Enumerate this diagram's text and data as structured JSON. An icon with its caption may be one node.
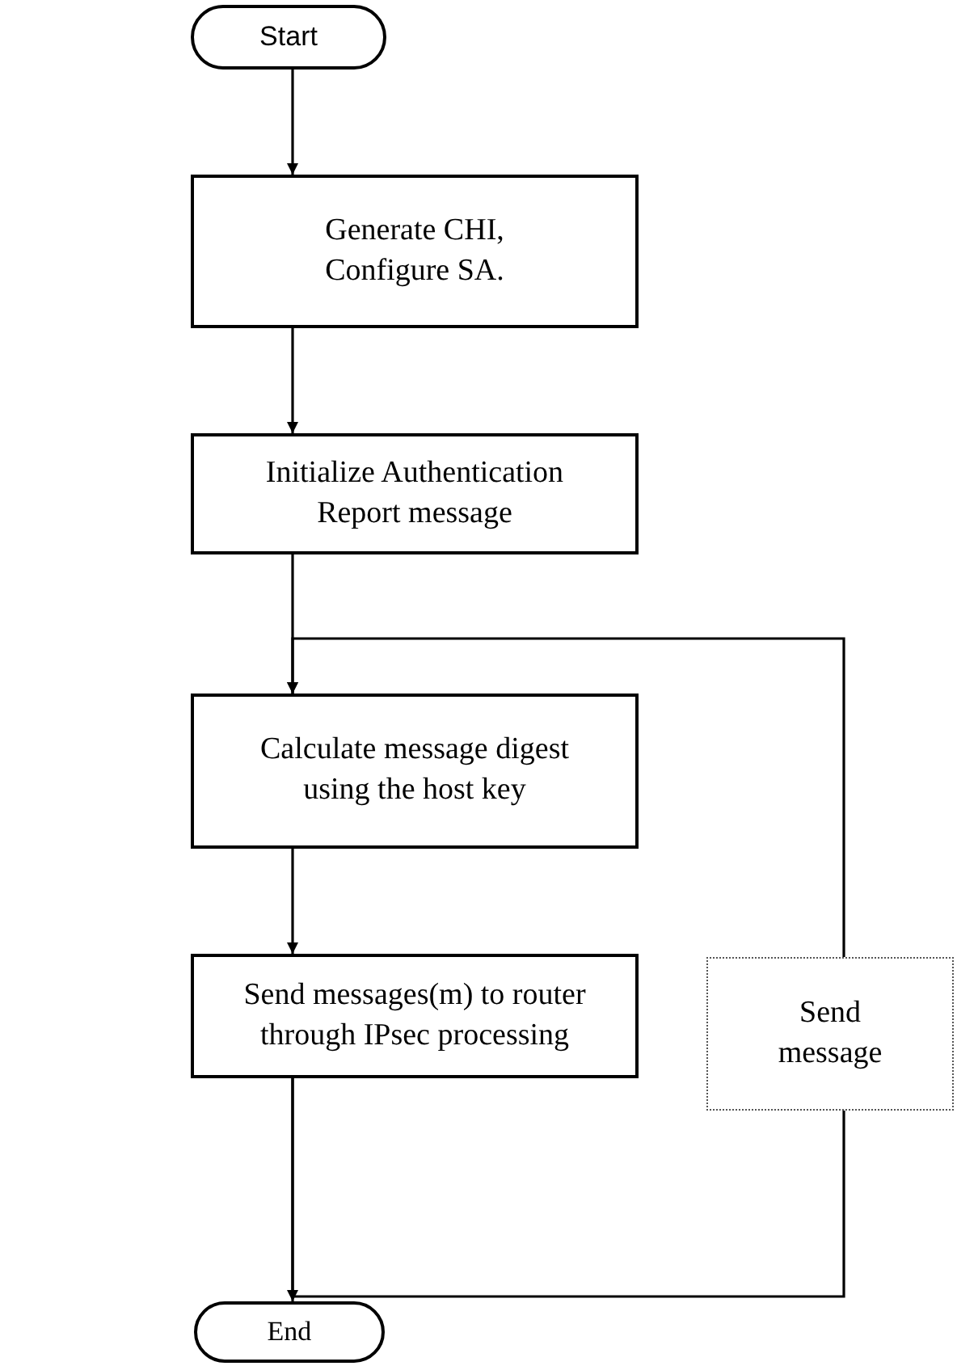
{
  "diagram": {
    "nodes": [
      {
        "text": [
          "Start"
        ]
      },
      {
        "text": [
          "Generate CHI, Configure SA."
        ]
      },
      {
        "text": [
          "Initialize Authentication Report message"
        ]
      },
      {
        "text": [
          "Calculate message digest using the host key"
        ]
      },
      {
        "text": [
          "Send messages(m) to router through IPsec processing"
        ]
      },
      {
        "text": [
          "Send message"
        ]
      },
      {
        "text": [
          "End"
        ]
      }
    ],
    "edges": [
      {
        "from": 0,
        "to": 1,
        "arrow": "to"
      },
      {
        "from": 1,
        "to": 2,
        "arrow": "to"
      },
      {
        "from": 2,
        "to": 3,
        "arrow": "to"
      },
      {
        "from": 3,
        "to": 4,
        "arrow": "to"
      },
      {
        "from": 4,
        "to": 6,
        "arrow": "to"
      },
      {
        "from": 4,
        "to": 5,
        "arrow": "none"
      },
      {
        "from": 5,
        "to": 3,
        "arrow": "to"
      }
    ]
  }
}
